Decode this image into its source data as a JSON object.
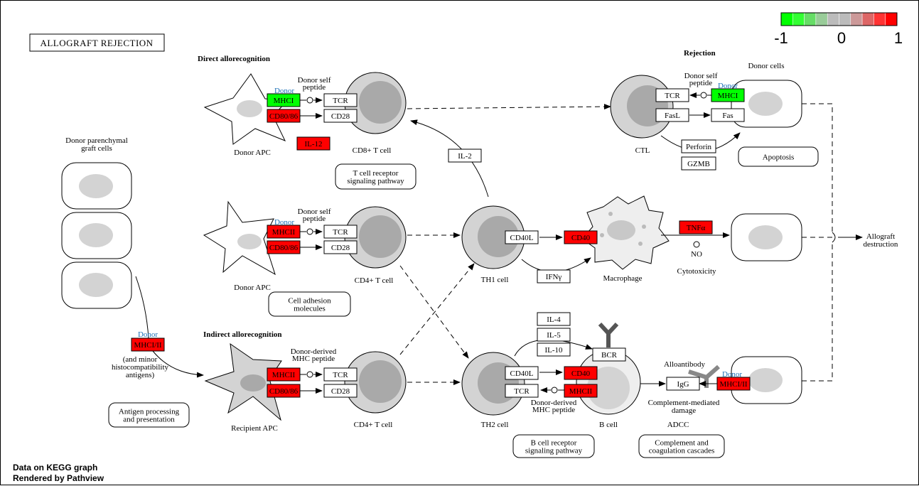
{
  "title": "ALLOGRAFT REJECTION",
  "legend": {
    "min_label": "-1",
    "mid_label": "0",
    "max_label": "1",
    "colors": [
      "#00ff00",
      "#33ff33",
      "#66dd66",
      "#99cc99",
      "#bbbbbb",
      "#bbbbbb",
      "#cc9999",
      "#dd6666",
      "#ff3333",
      "#ff0000"
    ]
  },
  "colors": {
    "up": "#ff0000",
    "down": "#00ff00",
    "link_blue": "#1a6fb5"
  },
  "footer": {
    "line1": "Data on KEGG graph",
    "line2": "Rendered by Pathview"
  },
  "headers": {
    "direct": "Direct allorecognition",
    "indirect": "Indirect allorecognition",
    "rejection": "Rejection"
  },
  "cells": {
    "donor_parenchymal": "Donor parenchymal\ngraft cells",
    "donor_apc": "Donor APC",
    "recipient_apc": "Recipient APC",
    "cd8": "CD8+ T cell",
    "cd4": "CD4+ T cell",
    "th1": "TH1 cell",
    "th2": "TH2 cell",
    "macrophage": "Macrophage",
    "b_cell": "B cell",
    "ctl": "CTL",
    "donor_cells": "Donor cells"
  },
  "notes": {
    "donor_self_peptide": "Donor self\npeptide",
    "donor_derived_mhc_peptide": "Donor-derived\nMHC peptide",
    "and_minor": "(and minor\nhistocompatibility\nantigens)",
    "donor": "Donor",
    "no": "NO",
    "cytotoxicity": "Cytotoxicity",
    "alloantibody": "Alloantibody",
    "complement_damage": "Complement-mediated\ndamage",
    "adcc": "ADCC",
    "allograft_destruction": "Allograft\ndestruction"
  },
  "pathways": {
    "tcr_signaling": "T cell receptor\nsignaling pathway",
    "cell_adhesion": "Cell adhesion\nmolecules",
    "antigen_processing": "Antigen processing\nand presentation",
    "bcr_signaling": "B cell receptor\nsignaling pathway",
    "complement": "Complement and\ncoagulation cascades",
    "apoptosis": "Apoptosis"
  },
  "genes": {
    "mhci_1": {
      "label": "MHCI",
      "state": "down"
    },
    "cd80_1": {
      "label": "CD80/86",
      "state": "up"
    },
    "tcr_1": {
      "label": "TCR",
      "state": "none"
    },
    "cd28_1": {
      "label": "CD28",
      "state": "none"
    },
    "il12": {
      "label": "IL-12",
      "state": "up"
    },
    "mhcii_1": {
      "label": "MHCII",
      "state": "up"
    },
    "cd80_2": {
      "label": "CD80/86",
      "state": "up"
    },
    "tcr_2": {
      "label": "TCR",
      "state": "none"
    },
    "cd28_2": {
      "label": "CD28",
      "state": "none"
    },
    "mhci_ii_left": {
      "label": "MHCI/II",
      "state": "up"
    },
    "mhcii_2": {
      "label": "MHCII",
      "state": "up"
    },
    "cd80_3": {
      "label": "CD80/86",
      "state": "up"
    },
    "tcr_3": {
      "label": "TCR",
      "state": "none"
    },
    "cd28_3": {
      "label": "CD28",
      "state": "none"
    },
    "il2": {
      "label": "IL-2",
      "state": "none"
    },
    "cd40l_1": {
      "label": "CD40L",
      "state": "none"
    },
    "cd40_1": {
      "label": "CD40",
      "state": "up"
    },
    "ifng": {
      "label": "IFNγ",
      "state": "none"
    },
    "tnfa": {
      "label": "TNFα",
      "state": "up"
    },
    "tcr_ctl": {
      "label": "TCR",
      "state": "none"
    },
    "mhci_ctl": {
      "label": "MHCI",
      "state": "down"
    },
    "fasl": {
      "label": "FasL",
      "state": "none"
    },
    "fas": {
      "label": "Fas",
      "state": "none"
    },
    "perforin": {
      "label": "Perforin",
      "state": "none"
    },
    "gzmb": {
      "label": "GZMB",
      "state": "none"
    },
    "il4": {
      "label": "IL-4",
      "state": "none"
    },
    "il5": {
      "label": "IL-5",
      "state": "none"
    },
    "il10": {
      "label": "IL-10",
      "state": "none"
    },
    "bcr": {
      "label": "BCR",
      "state": "none"
    },
    "cd40l_2": {
      "label": "CD40L",
      "state": "none"
    },
    "cd40_2": {
      "label": "CD40",
      "state": "up"
    },
    "tcr_th2": {
      "label": "TCR",
      "state": "none"
    },
    "mhcii_b": {
      "label": "MHCII",
      "state": "up"
    },
    "igg": {
      "label": "IgG",
      "state": "none"
    },
    "mhci_ii_right": {
      "label": "MHCI/II",
      "state": "up"
    }
  }
}
